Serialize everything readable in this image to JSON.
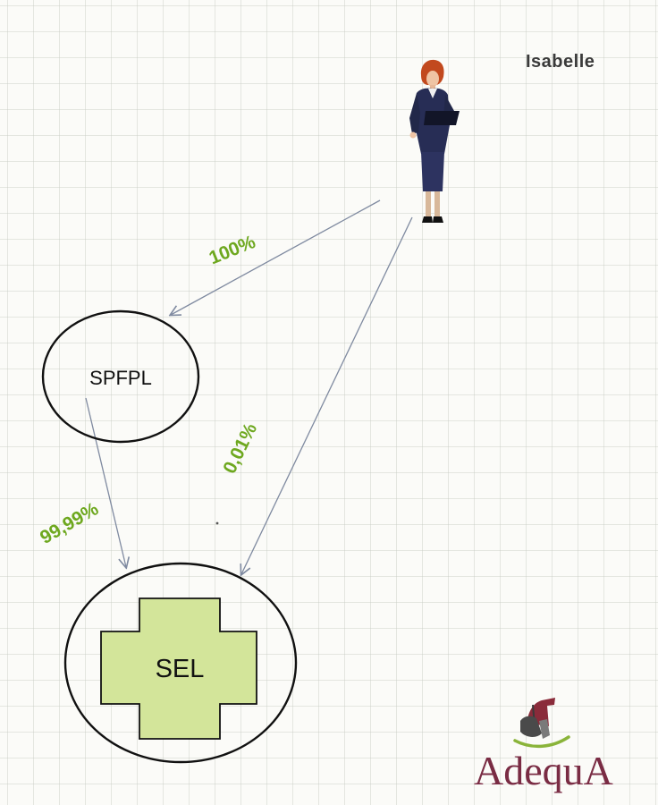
{
  "person": {
    "name": "Isabelle",
    "icon": "businesswoman-icon"
  },
  "nodes": {
    "spfpl": {
      "label": "SPFPL"
    },
    "sel": {
      "label": "SEL",
      "shape": "cross",
      "fill": "#d3e59a"
    }
  },
  "edges": {
    "isabelle_to_spfpl": {
      "label": "100%"
    },
    "spfpl_to_sel": {
      "label": "99,99%"
    },
    "isabelle_to_sel": {
      "label": "0,01%"
    }
  },
  "logo": {
    "text": "AdequA",
    "icon": "ship-logo-icon"
  },
  "colors": {
    "percent_label": "#6ea81f",
    "arrow": "#7f8aa0",
    "sel_fill": "#d3e59a",
    "logo_text": "#7a2c44"
  }
}
